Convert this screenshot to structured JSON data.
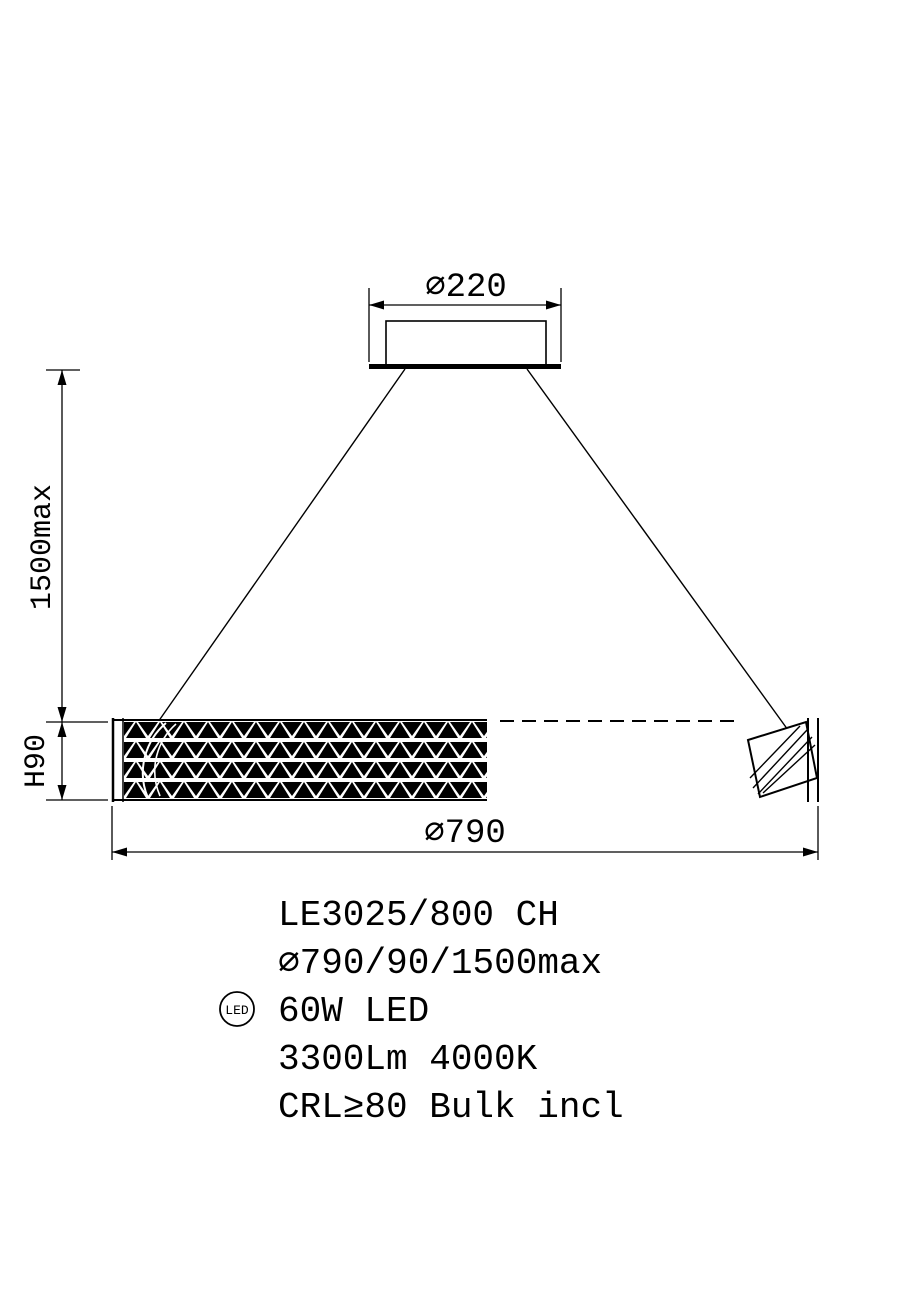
{
  "dims": {
    "canopy_diameter": "⌀220",
    "suspension_max": "1500max",
    "fixture_height": "H90",
    "ring_diameter": "⌀790"
  },
  "specs": {
    "model": "LE3025/800    CH",
    "dimensions": "⌀790/90/1500max",
    "power": "60W LED",
    "output": "3300Lm  4000K",
    "cri": "CRL≥80 Bulk incl",
    "led_badge": "LED"
  }
}
